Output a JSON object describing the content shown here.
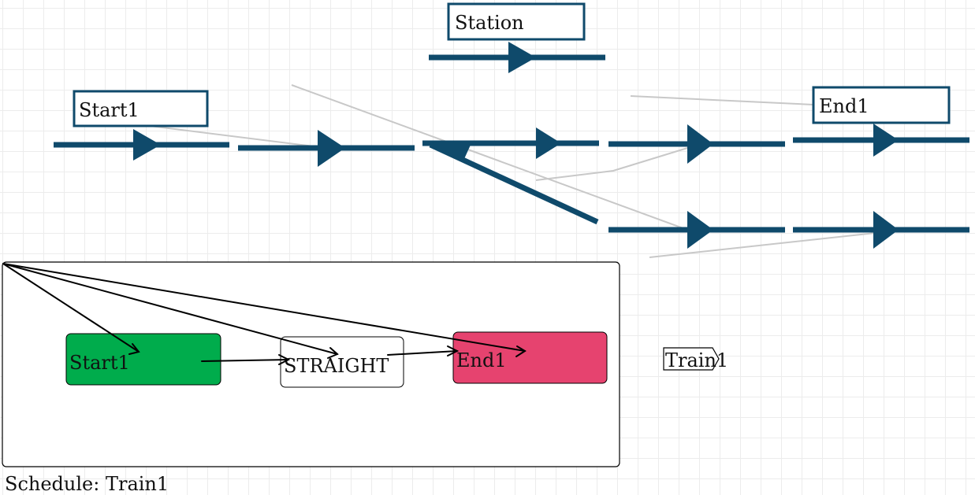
{
  "track_labels": {
    "station": "Station",
    "start": "Start1",
    "end": "End1"
  },
  "schedule": {
    "nodes": [
      "Start1",
      "STRAIGHT",
      "End1"
    ],
    "caption": "Schedule: Train1"
  },
  "train": {
    "label": "Train1"
  },
  "colors": {
    "track": "#0f4a6b",
    "grid": "#ececec",
    "ghost_line": "#c8c8c8",
    "start_fill": "#00ac4c",
    "end_fill": "#e6436f",
    "edge": "#000000"
  }
}
